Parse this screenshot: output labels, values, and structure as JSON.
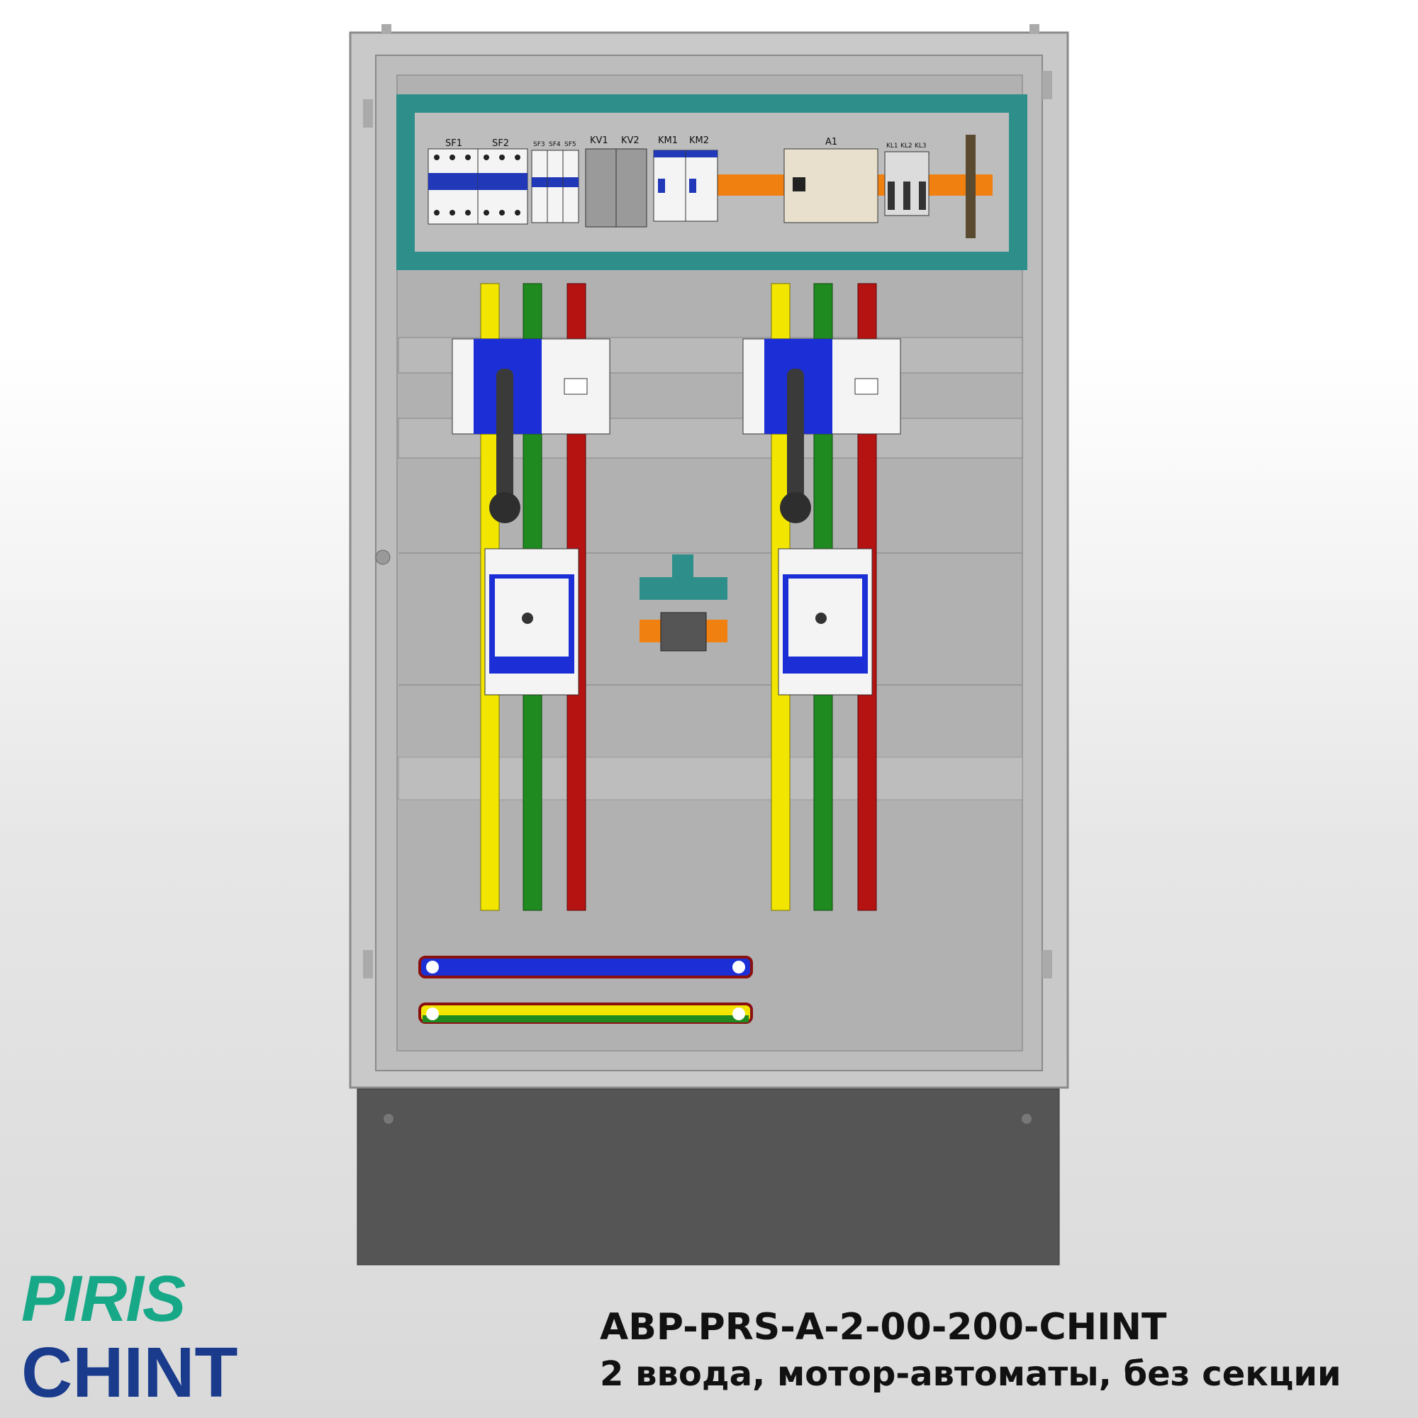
{
  "logo": {
    "top_text": "PIRIS",
    "bottom_text": "CHINT"
  },
  "caption": {
    "model": "ABP-PRS-A-2-00-200-CHINT",
    "description": "2 ввода, мотор-автоматы, без секции"
  },
  "component_labels": {
    "sf1": "SF1",
    "sf2": "SF2",
    "sf3": "SF3",
    "sf4": "SF4",
    "sf5": "SF5",
    "kv1": "KV1",
    "kv2": "KV2",
    "km1": "KM1",
    "km2": "KM2",
    "a1": "A1",
    "kl1": "KL1",
    "kl2": "KL2",
    "kl3": "KL3"
  },
  "colors": {
    "phase_a": "#f2e600",
    "phase_b": "#1f8a1f",
    "phase_c": "#b51212",
    "neutral": "#1c2fd6",
    "pe": "#f2e600",
    "mounting_rail": "#2e8f8a",
    "din_rail": "#f08010",
    "cabinet_plinth": "#555555"
  }
}
